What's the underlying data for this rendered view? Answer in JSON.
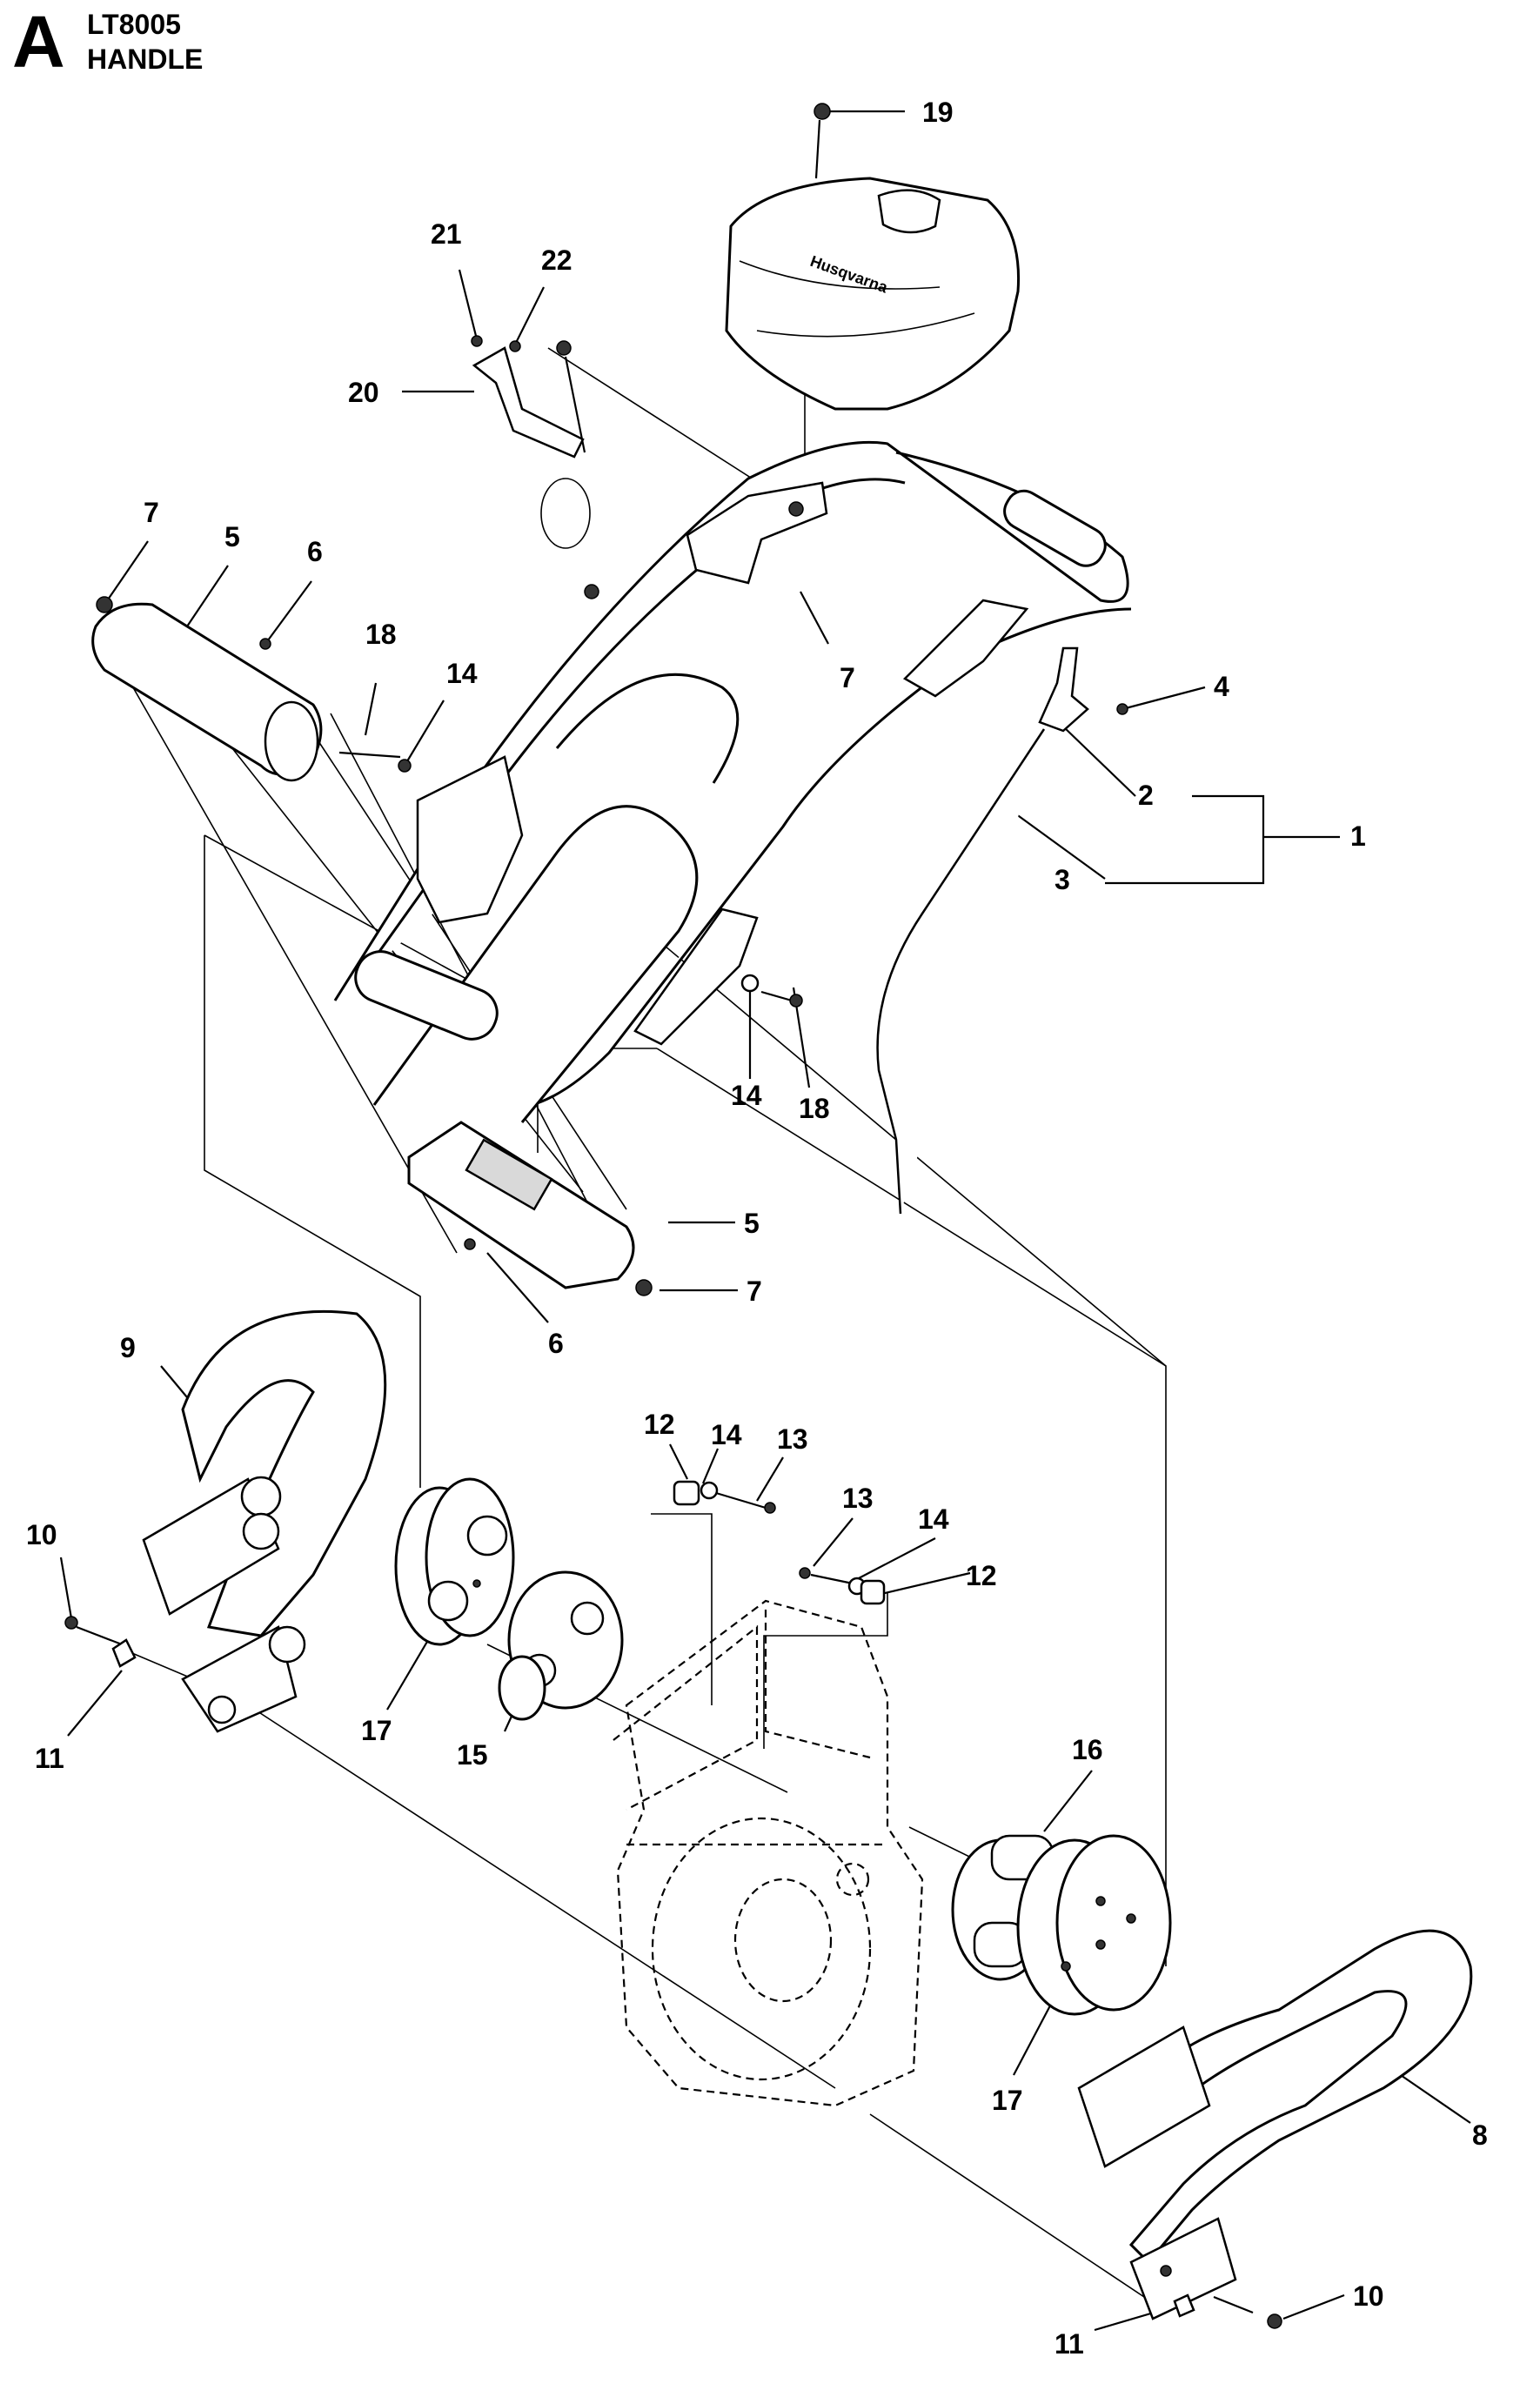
{
  "header": {
    "section_letter": "A",
    "model": "LT8005",
    "title": "HANDLE"
  },
  "tank_brand": "Husqvarna",
  "callouts": [
    {
      "id": "c19",
      "text": "19"
    },
    {
      "id": "c21",
      "text": "21"
    },
    {
      "id": "c22",
      "text": "22"
    },
    {
      "id": "c20",
      "text": "20"
    },
    {
      "id": "c7a",
      "text": "7"
    },
    {
      "id": "c5a",
      "text": "5"
    },
    {
      "id": "c6a",
      "text": "6"
    },
    {
      "id": "c18a",
      "text": "18"
    },
    {
      "id": "c14a",
      "text": "14"
    },
    {
      "id": "c7b",
      "text": "7"
    },
    {
      "id": "c4",
      "text": "4"
    },
    {
      "id": "c2",
      "text": "2"
    },
    {
      "id": "c1",
      "text": "1"
    },
    {
      "id": "c3",
      "text": "3"
    },
    {
      "id": "c14b",
      "text": "14"
    },
    {
      "id": "c18b",
      "text": "18"
    },
    {
      "id": "c5b",
      "text": "5"
    },
    {
      "id": "c7c",
      "text": "7"
    },
    {
      "id": "c6b",
      "text": "6"
    },
    {
      "id": "c9",
      "text": "9"
    },
    {
      "id": "c12a",
      "text": "12"
    },
    {
      "id": "c14c",
      "text": "14"
    },
    {
      "id": "c13a",
      "text": "13"
    },
    {
      "id": "c13b",
      "text": "13"
    },
    {
      "id": "c14d",
      "text": "14"
    },
    {
      "id": "c12b",
      "text": "12"
    },
    {
      "id": "c10a",
      "text": "10"
    },
    {
      "id": "c11a",
      "text": "11"
    },
    {
      "id": "c17a",
      "text": "17"
    },
    {
      "id": "c15",
      "text": "15"
    },
    {
      "id": "c16",
      "text": "16"
    },
    {
      "id": "c17b",
      "text": "17"
    },
    {
      "id": "c8",
      "text": "8"
    },
    {
      "id": "c11b",
      "text": "11"
    },
    {
      "id": "c10b",
      "text": "10"
    }
  ]
}
